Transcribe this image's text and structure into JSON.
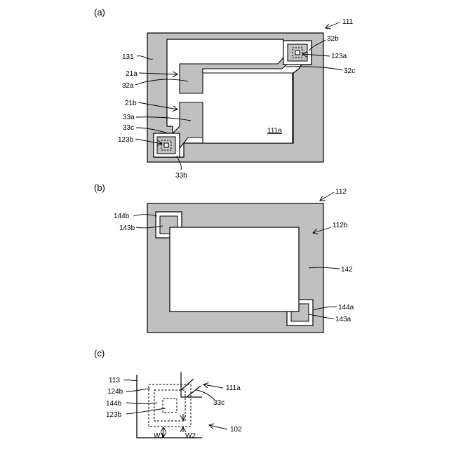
{
  "panels": {
    "a": {
      "label": "(a)",
      "ref_labels": {
        "r111": "111",
        "r131": "131",
        "r21a": "21a",
        "r32a": "32a",
        "r21b": "21b",
        "r33a": "33a",
        "r33c": "33c",
        "r123b": "123b",
        "r33b": "33b",
        "r32b": "32b",
        "r123a": "123a",
        "r32c": "32c",
        "r111a": "111a"
      }
    },
    "b": {
      "label": "(b)",
      "ref_labels": {
        "r112": "112",
        "r144b": "144b",
        "r143b": "143b",
        "r112b": "112b",
        "r142": "142",
        "r144a": "144a",
        "r143a": "143a"
      }
    },
    "c": {
      "label": "(c)",
      "ref_labels": {
        "r113": "113",
        "r124b": "124b",
        "r144b": "144b",
        "r123b": "123b",
        "r111a": "111a",
        "r33c": "33c",
        "r102": "102",
        "rW1": "W1",
        "rW2": "W2"
      }
    }
  },
  "colors": {
    "fill_gray": "#c0c0c0",
    "line": "#000000",
    "background": "#ffffff"
  }
}
